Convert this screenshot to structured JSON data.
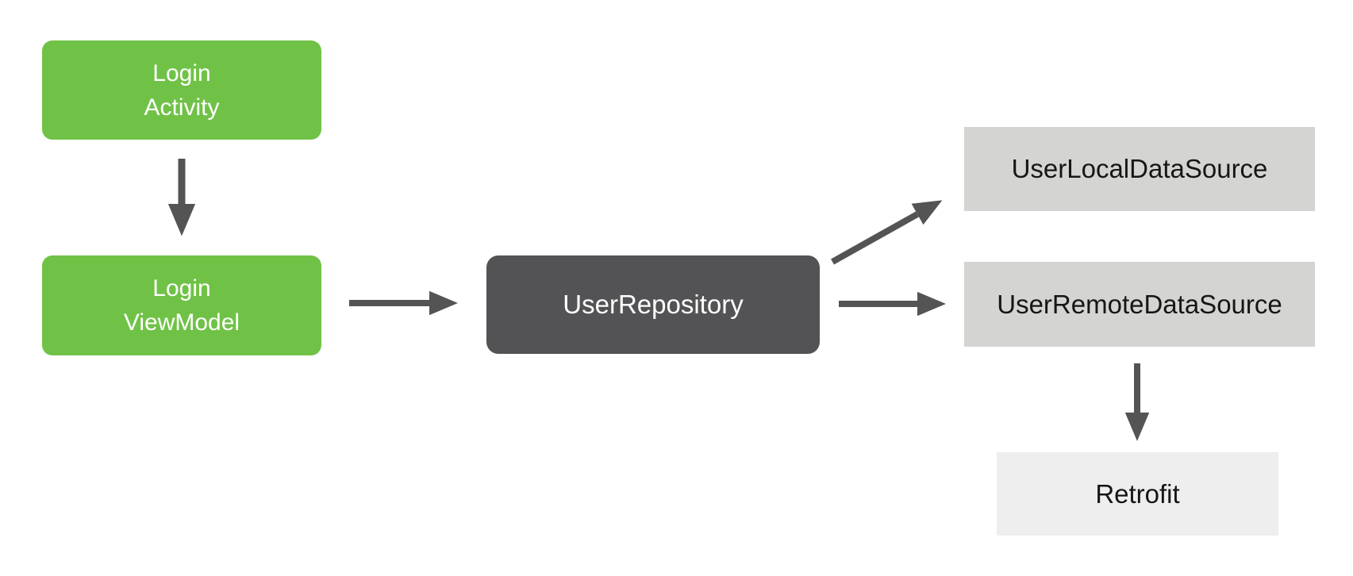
{
  "diagram": {
    "background_color": "#FFFFFF",
    "arrow_color": "#545454",
    "nodes": {
      "login_activity": {
        "label": "Login\nActivity",
        "color": "#70C247",
        "text_color": "#FFFFFF",
        "shape": "rounded-rect"
      },
      "login_viewmodel": {
        "label": "Login\nViewModel",
        "color": "#70C247",
        "text_color": "#FFFFFF",
        "shape": "rounded-rect"
      },
      "user_repository": {
        "label": "UserRepository",
        "color": "#535355",
        "text_color": "#FFFFFF",
        "shape": "rounded-rect"
      },
      "user_local_data_source": {
        "label": "UserLocalDataSource",
        "color": "#D4D4D2",
        "text_color": "#161616",
        "shape": "rect"
      },
      "user_remote_data_source": {
        "label": "UserRemoteDataSource",
        "color": "#D4D4D2",
        "text_color": "#161616",
        "shape": "rect"
      },
      "retrofit": {
        "label": "Retrofit",
        "color": "#EEEEEE",
        "text_color": "#161616",
        "shape": "rect"
      }
    },
    "edges": [
      {
        "from": "login_activity",
        "to": "login_viewmodel",
        "direction": "down"
      },
      {
        "from": "login_viewmodel",
        "to": "user_repository",
        "direction": "right"
      },
      {
        "from": "user_repository",
        "to": "user_local_data_source",
        "direction": "up-right"
      },
      {
        "from": "user_repository",
        "to": "user_remote_data_source",
        "direction": "right"
      },
      {
        "from": "user_remote_data_source",
        "to": "retrofit",
        "direction": "down"
      }
    ]
  }
}
